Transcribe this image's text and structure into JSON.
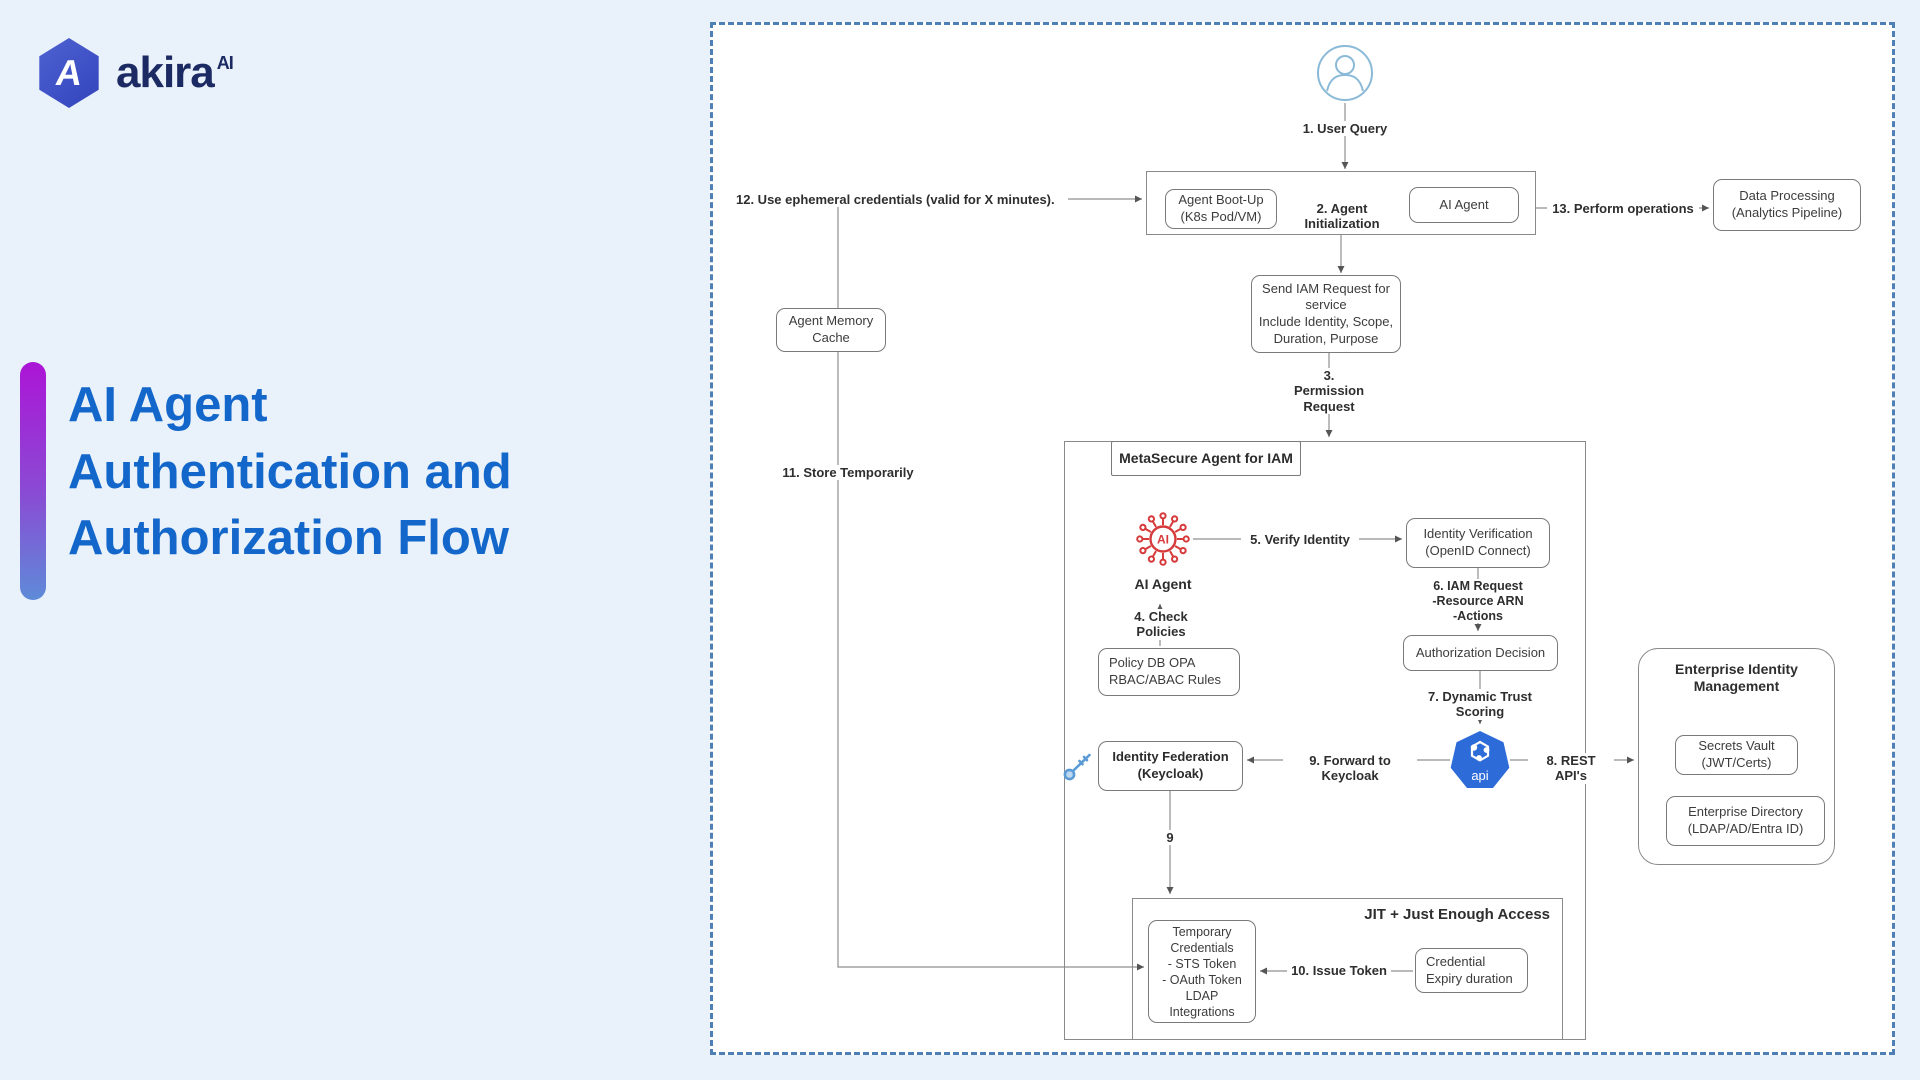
{
  "brand": {
    "logo_letter": "A",
    "name": "akira",
    "suffix": "AI"
  },
  "sidebar_title": {
    "line1": "AI Agent",
    "line2": "Authentication and",
    "line3": "Authorization Flow"
  },
  "colors": {
    "page_background": "#E9F1FA",
    "title_blue": "#1467CA",
    "brand_navy": "#1B2A63",
    "gradient_bar_top": "#AC15D6",
    "gradient_bar_bottom": "#5E8BD8",
    "panel_dashed_border": "#4E7FB5",
    "api_hexagon_blue": "#2D6BD8",
    "ai_chip_red": "#D63A3A",
    "user_icon_blue": "#8BBAD8",
    "key_icon_blue": "#5B9BD5"
  },
  "icons": [
    "brand-logo-icon",
    "user-icon",
    "ai-chip-icon",
    "api-hexagon-icon",
    "key-icon"
  ],
  "flow": {
    "user_query": "1. User Query",
    "agent_bootup": "Agent Boot-Up\n(K8s Pod/VM)",
    "agent_init": "2. Agent Initialization",
    "ai_agent_node": "AI Agent",
    "perform_operations": "13. Perform operations",
    "data_processing": "Data Processing\n(Analytics Pipeline)",
    "ephemeral_credentials": "12. Use ephemeral credentials (valid for X minutes).",
    "send_iam_request": "Send IAM Request for\nservice\nInclude Identity, Scope,\nDuration, Purpose",
    "permission_request": "3.\nPermission\nRequest",
    "metasecure_title": "MetaSecure Agent for IAM",
    "ai_agent_label": "AI Agent",
    "check_policies": "4. Check Policies",
    "verify_identity": "5. Verify Identity",
    "identity_verification": "Identity Verification\n(OpenID Connect)",
    "iam_request_details": "6. IAM Request\n-Resource ARN\n-Actions",
    "authorization_decision": "Authorization Decision",
    "dynamic_trust_scoring": "7. Dynamic Trust Scoring",
    "policy_db": "Policy DB OPA\nRBAC/ABAC Rules",
    "identity_federation": "Identity Federation\n(Keycloak)",
    "forward_to_keycloak": "9. Forward to Keycloak",
    "api_label": "api",
    "rest_apis": "8. REST API's",
    "store_temporarily": "11. Store Temporarily",
    "agent_memory_cache": "Agent Memory\nCache",
    "federation_step_number": "9",
    "enterprise_identity": {
      "title": "Enterprise Identity\nManagement",
      "secrets_vault": "Secrets Vault\n(JWT/Certs)",
      "enterprise_directory": "Enterprise Directory\n(LDAP/AD/Entra ID)"
    },
    "jit": {
      "title": "JIT + Just Enough Access",
      "temporary_credentials": "Temporary\nCredentials\n-  STS Token\n-  OAuth Token\nLDAP\nIntegrations",
      "issue_token": "10. Issue Token",
      "credential_expiry": "Credential\nExpiry duration"
    }
  }
}
